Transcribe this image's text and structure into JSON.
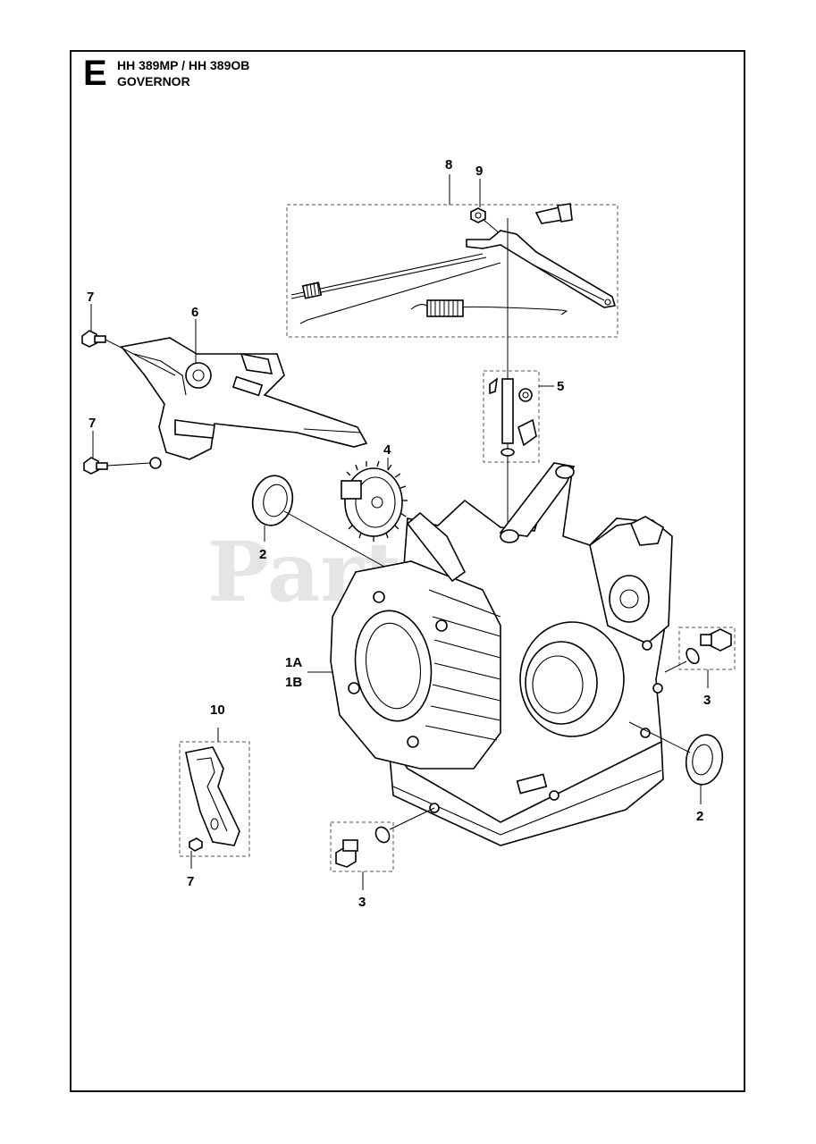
{
  "header": {
    "section_letter": "E",
    "model_line": "HH 389MP / HH 389OB",
    "group_name": "GOVERNOR"
  },
  "watermark": "PartsTree",
  "callouts": {
    "p8": "8",
    "p9": "9",
    "p7a": "7",
    "p6": "6",
    "p7b": "7",
    "p5": "5",
    "p4": "4",
    "p2a": "2",
    "p1a": "1A",
    "p1b": "1B",
    "p3a": "3",
    "p10": "10",
    "p2b": "2",
    "p7c": "7",
    "p3b": "3"
  }
}
